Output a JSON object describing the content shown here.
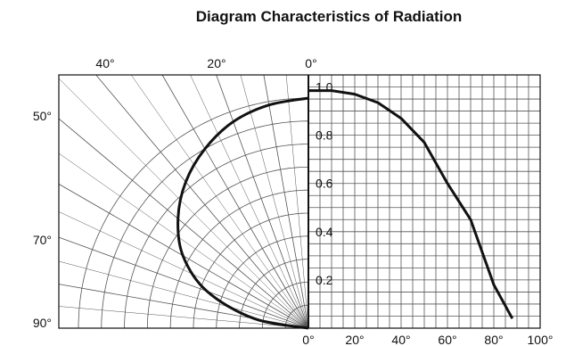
{
  "chart_data": {
    "type": "line",
    "title": "Diagram Characteristics of Radiation",
    "polar_half": {
      "angle_labels_top": [
        "40°",
        "20°",
        "0°"
      ],
      "angle_labels_left": [
        "50°",
        "70°",
        "90°"
      ],
      "radius_labels": [
        "1.0",
        "0.8",
        "0.6",
        "0.4",
        "0.2"
      ],
      "radius_values": [
        1.0,
        0.8,
        0.6,
        0.4,
        0.2
      ],
      "curve": {
        "angle_deg": [
          0,
          10,
          20,
          30,
          40,
          50,
          60,
          70,
          80,
          90
        ],
        "relative_intensity": [
          1.0,
          0.985,
          0.955,
          0.9,
          0.83,
          0.74,
          0.63,
          0.47,
          0.24,
          0.0
        ]
      }
    },
    "cartesian_half": {
      "x_tick_labels": [
        "0°",
        "20°",
        "40°",
        "60°",
        "80°",
        "100°"
      ],
      "x_ticks": [
        0,
        20,
        40,
        60,
        80,
        100
      ],
      "xlim": [
        0,
        100
      ],
      "ylim": [
        0,
        1.05
      ],
      "series": {
        "x": [
          0,
          10,
          20,
          30,
          40,
          50,
          60,
          70,
          80,
          88
        ],
        "y": [
          0.985,
          0.985,
          0.97,
          0.935,
          0.87,
          0.77,
          0.6,
          0.45,
          0.18,
          0.04
        ]
      }
    },
    "grid": true
  }
}
